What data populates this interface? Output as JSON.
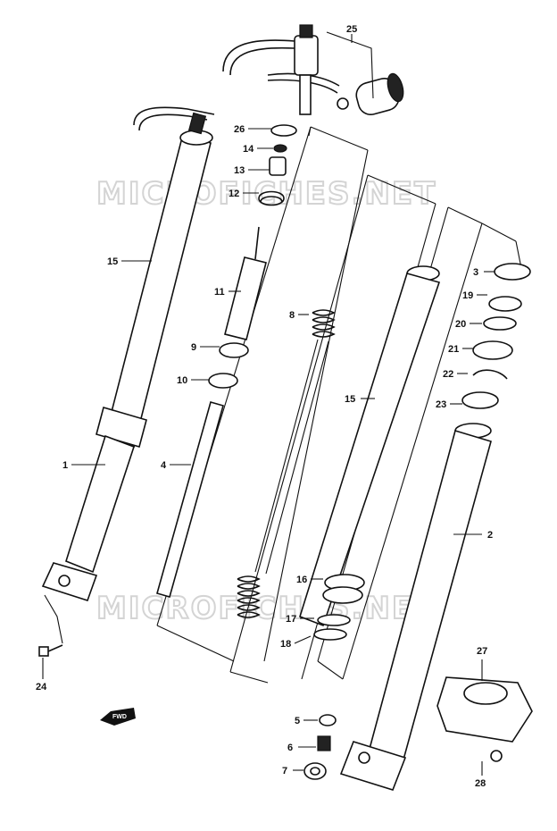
{
  "watermark": "MICROFICHES.NET",
  "fwd_label": "FWD",
  "callouts": [
    {
      "id": "c25",
      "text": "25"
    },
    {
      "id": "c26",
      "text": "26"
    },
    {
      "id": "c14",
      "text": "14"
    },
    {
      "id": "c13",
      "text": "13"
    },
    {
      "id": "c12",
      "text": "12"
    },
    {
      "id": "c15a",
      "text": "15"
    },
    {
      "id": "c11",
      "text": "11"
    },
    {
      "id": "c9",
      "text": "9"
    },
    {
      "id": "c10",
      "text": "10"
    },
    {
      "id": "c8",
      "text": "8"
    },
    {
      "id": "c15b",
      "text": "15"
    },
    {
      "id": "c3",
      "text": "3"
    },
    {
      "id": "c19",
      "text": "19"
    },
    {
      "id": "c20",
      "text": "20"
    },
    {
      "id": "c21",
      "text": "21"
    },
    {
      "id": "c22",
      "text": "22"
    },
    {
      "id": "c23",
      "text": "23"
    },
    {
      "id": "c1",
      "text": "1"
    },
    {
      "id": "c4",
      "text": "4"
    },
    {
      "id": "c2",
      "text": "2"
    },
    {
      "id": "c16",
      "text": "16"
    },
    {
      "id": "c17",
      "text": "17"
    },
    {
      "id": "c18",
      "text": "18"
    },
    {
      "id": "c24",
      "text": "24"
    },
    {
      "id": "c27",
      "text": "27"
    },
    {
      "id": "c5",
      "text": "5"
    },
    {
      "id": "c6",
      "text": "6"
    },
    {
      "id": "c7",
      "text": "7"
    },
    {
      "id": "c28",
      "text": "28"
    }
  ]
}
